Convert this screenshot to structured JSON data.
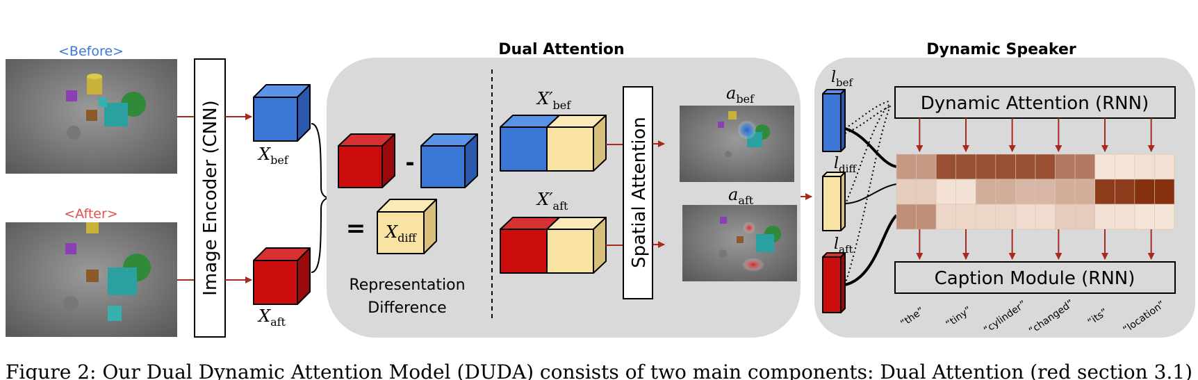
{
  "images": {
    "before_label": "<Before>",
    "after_label": "<After>"
  },
  "encoder": {
    "label": "Image Encoder (CNN)"
  },
  "features": {
    "x_bef_main": "X",
    "x_bef_sub": "bef",
    "x_aft_main": "X",
    "x_aft_sub": "aft"
  },
  "dual_attention": {
    "title": "Dual Attention",
    "minus": "-",
    "equals": "=",
    "x_diff_main": "X",
    "x_diff_sub": "diff",
    "representation_line1": "Representation",
    "representation_line2": "Difference",
    "x_bef_prime_main": "X′",
    "x_bef_prime_sub": "bef",
    "x_aft_prime_main": "X′",
    "x_aft_prime_sub": "aft",
    "spatial_attention": "Spatial Attention",
    "a_bef_main": "a",
    "a_bef_sub": "bef",
    "a_aft_main": "a",
    "a_aft_sub": "aft"
  },
  "dynamic_speaker": {
    "title": "Dynamic Speaker",
    "l_bef_main": "l",
    "l_bef_sub": "bef",
    "l_diff_main": "l",
    "l_diff_sub": "diff",
    "l_aft_main": "l",
    "l_aft_sub": "aft",
    "dynamic_attention": "Dynamic Attention (RNN)",
    "caption_module": "Caption Module (RNN)",
    "words": [
      "“the”",
      "“tiny”",
      "“cylinder”",
      "“changed”",
      "“its”",
      "“location”"
    ],
    "heatmap": [
      [
        0.45,
        0.45,
        0.8,
        0.8,
        0.8,
        0.8,
        0.8,
        0.8,
        0.6,
        0.6,
        0.08,
        0.08,
        0.1,
        0.1
      ],
      [
        0.2,
        0.2,
        0.1,
        0.1,
        0.35,
        0.35,
        0.3,
        0.3,
        0.35,
        0.35,
        0.9,
        0.9,
        0.95,
        0.95
      ],
      [
        0.5,
        0.5,
        0.15,
        0.15,
        0.15,
        0.15,
        0.12,
        0.12,
        0.2,
        0.2,
        0.1,
        0.1,
        0.08,
        0.08
      ]
    ]
  },
  "caption": {
    "text": "Figure 2: Our Dual Dynamic Attention Model (DUDA) consists of two main components: Dual Attention (red section 3.1)"
  },
  "colors": {
    "blue": "#3b78d6",
    "red": "#cc0d0d",
    "yellow": "#f9e3a3",
    "arrow": "#a8291e",
    "panel": "#d9d9d9"
  }
}
